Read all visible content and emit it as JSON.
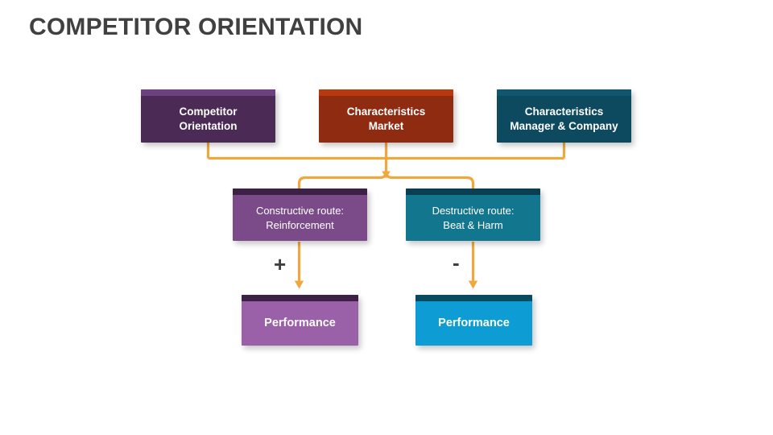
{
  "slide": {
    "title": "COMPETITOR ORIENTATION",
    "background_color": "#ffffff",
    "title_color": "#404040",
    "connector_color": "#f0a73e"
  },
  "diagram": {
    "type": "flowchart",
    "rows": {
      "inputs": [
        {
          "id": "competitor-orientation",
          "label": "Competitor\nOrientation",
          "fill_color": "#4b2b55",
          "cap_color": "#6d4080"
        },
        {
          "id": "characteristics-market",
          "label": "Characteristics\nMarket",
          "fill_color": "#8e2b10",
          "cap_color": "#b8380f"
        },
        {
          "id": "characteristics-manager",
          "label": "Characteristics\nManager & Company",
          "fill_color": "#0d4a60",
          "cap_color": "#0f566f"
        }
      ],
      "routes": [
        {
          "id": "constructive-route",
          "label": "Constructive route:\nReinforcement",
          "fill_color": "#7b4a88",
          "cap_color": "#3c2046",
          "sign": "+"
        },
        {
          "id": "destructive-route",
          "label": "Destructive route:\nBeat & Harm",
          "fill_color": "#12768f",
          "cap_color": "#0a3e51",
          "sign": "-"
        }
      ],
      "outcomes": [
        {
          "id": "performance-positive",
          "label": "Performance",
          "fill_color": "#9a60a8",
          "cap_color": "#3c2046"
        },
        {
          "id": "performance-negative",
          "label": "Performance",
          "fill_color": "#0d9cd4",
          "cap_color": "#0a4a60"
        }
      ]
    },
    "signs": {
      "positive": "+",
      "negative": "-"
    }
  }
}
